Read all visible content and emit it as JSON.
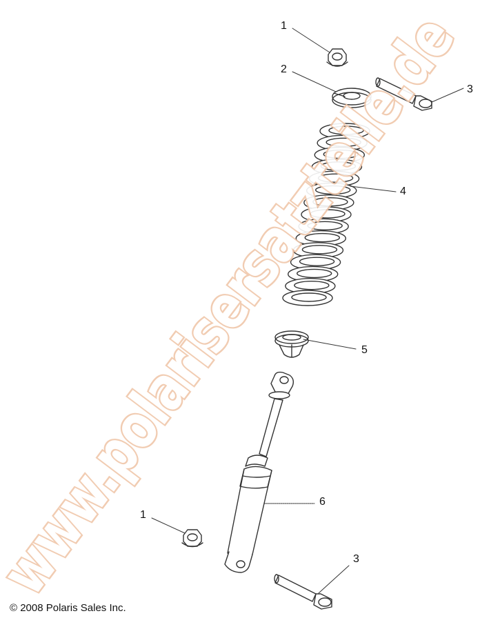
{
  "diagram": {
    "callouts": [
      {
        "id": "c1a",
        "label": "1"
      },
      {
        "id": "c2",
        "label": "2"
      },
      {
        "id": "c3a",
        "label": "3"
      },
      {
        "id": "c4",
        "label": "4"
      },
      {
        "id": "c5",
        "label": "5"
      },
      {
        "id": "c6",
        "label": "6"
      },
      {
        "id": "c1b",
        "label": "1"
      },
      {
        "id": "c3b",
        "label": "3"
      }
    ],
    "copyright": "© 2008 Polaris Sales Inc.",
    "watermark": "www.polarisersatzteile.de",
    "colors": {
      "line": "#333333",
      "watermark_outline": "#f0c7aa"
    }
  }
}
